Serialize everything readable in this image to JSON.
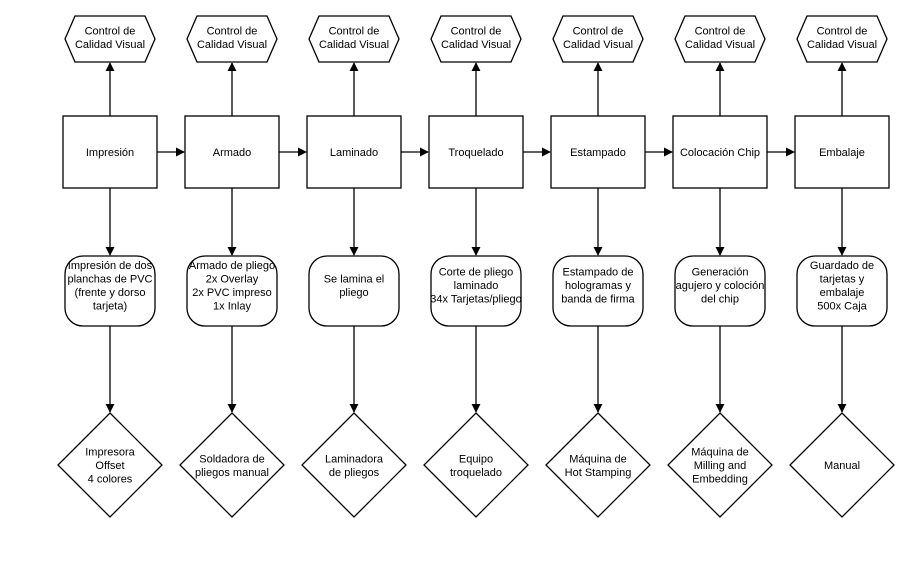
{
  "columns": [
    {
      "control": [
        "Control  de",
        "Calidad Visual"
      ],
      "process": "Impresión",
      "description": [
        "Impresión de dos",
        "planchas de PVC",
        "(frente y dorso",
        "tarjeta)"
      ],
      "equipment": [
        "Impresora",
        "Offset",
        "4 colores"
      ]
    },
    {
      "control": [
        "Control  de",
        "Calidad Visual"
      ],
      "process": "Armado",
      "description": [
        "Armado de pliego",
        "2x Overlay",
        "2x PVC impreso",
        "1x Inlay"
      ],
      "equipment": [
        "Soldadora de",
        "pliegos manual"
      ]
    },
    {
      "control": [
        "Control  de",
        "Calidad Visual"
      ],
      "process": "Laminado",
      "description": [
        "Se lamina el",
        "pliego"
      ],
      "equipment": [
        "Laminadora",
        "de pliegos"
      ]
    },
    {
      "control": [
        "Control  de",
        "Calidad Visual"
      ],
      "process": "Troquelado",
      "description": [
        "Corte de pliego",
        "laminado",
        "34x Tarjetas/pliego"
      ],
      "equipment": [
        "Equipo",
        "troquelado"
      ]
    },
    {
      "control": [
        "Control  de",
        "Calidad Visual"
      ],
      "process": "Estampado",
      "description": [
        "Estampado de",
        "hologramas y",
        "banda de firma"
      ],
      "equipment": [
        "Máquina de",
        "Hot Stamping"
      ]
    },
    {
      "control": [
        "Control  de",
        "Calidad Visual"
      ],
      "process": "Colocación Chip",
      "description": [
        "Generación",
        "agujero y coloción",
        "del chip"
      ],
      "equipment": [
        "Máquina de",
        "Milling and",
        "Embedding"
      ]
    },
    {
      "control": [
        "Control  de",
        "Calidad Visual"
      ],
      "process": "Embalaje",
      "description": [
        "Guardado de",
        "tarjetas y",
        "embalaje",
        "500x Caja"
      ],
      "equipment": [
        "Manual"
      ]
    }
  ]
}
